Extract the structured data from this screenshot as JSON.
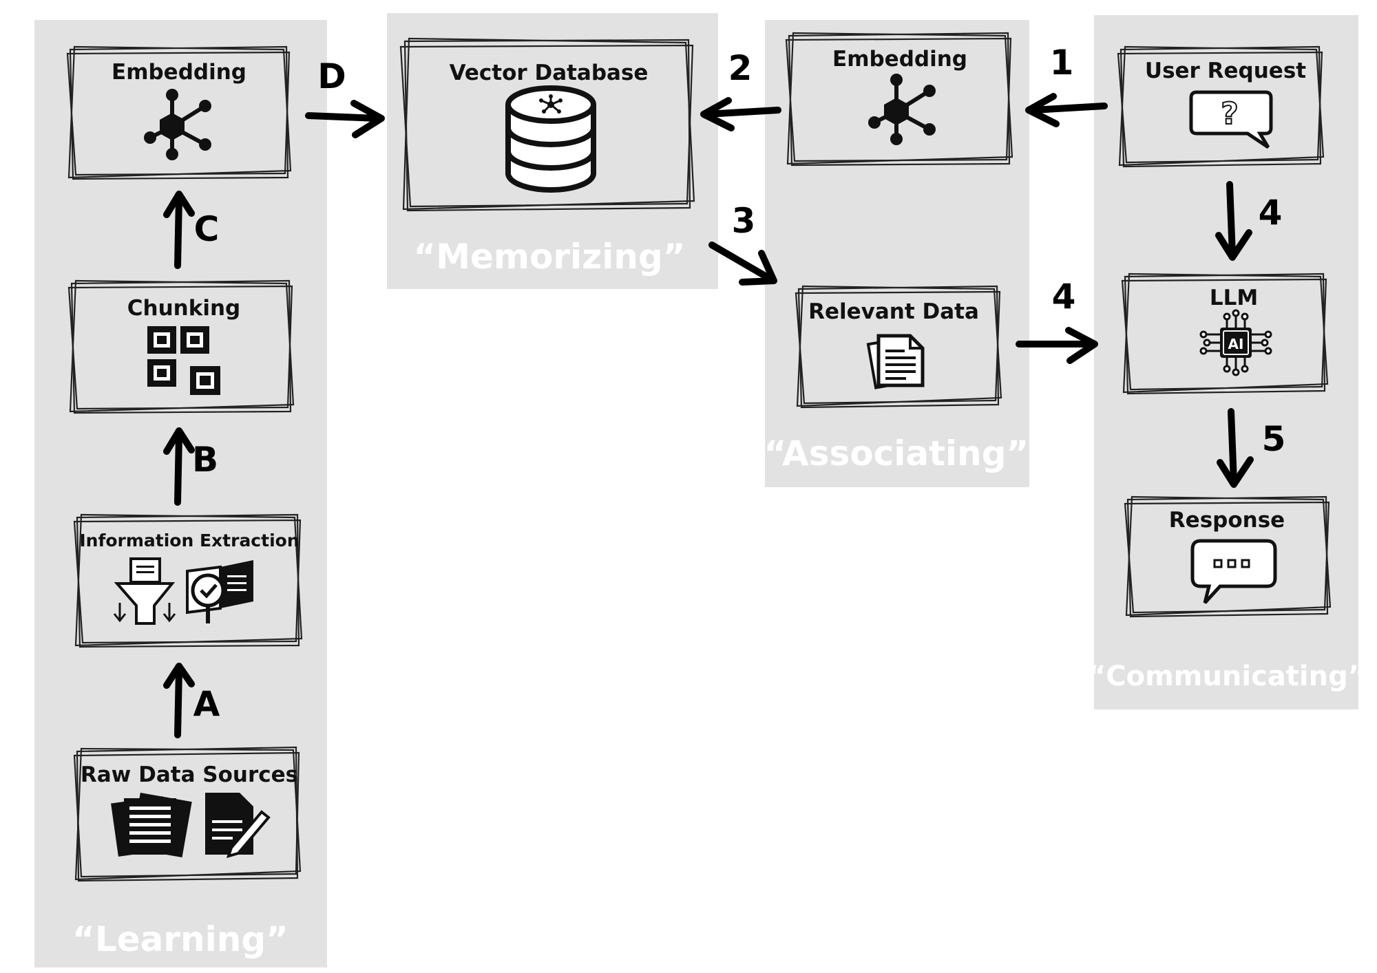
{
  "colors": {
    "panel_bg": "#e2e2e2",
    "box_bg": "#e2e2e2",
    "stroke": "#111111",
    "panel_label": "#ffffff"
  },
  "panels": {
    "learning": "“Learning”",
    "memorizing": "“Memorizing”",
    "associating": "“Associating”",
    "communicating": "“Communicating”"
  },
  "boxes": {
    "raw_data_sources": "Raw Data Sources",
    "information_extraction": "Information Extraction",
    "chunking": "Chunking",
    "embedding_left": "Embedding",
    "vector_database": "Vector Database",
    "embedding_right": "Embedding",
    "relevant_data": "Relevant Data",
    "user_request": "User Request",
    "llm": "LLM",
    "response": "Response"
  },
  "icons": {
    "raw_data_sources": [
      "document-stack-icon",
      "document-edit-icon"
    ],
    "information_extraction": [
      "filter-funnel-icon",
      "book-search-icon"
    ],
    "chunking": "chunks-grid-icon",
    "embedding": "network-nodes-icon",
    "vector_database": "database-cylinder-icon",
    "relevant_data": "documents-icon",
    "user_request": "question-bubble-icon",
    "llm": "ai-chip-icon",
    "response": "speech-bubble-icon"
  },
  "ai_chip_text": "AI",
  "question_mark": "?",
  "steps": {
    "A": "A",
    "B": "B",
    "C": "C",
    "D": "D",
    "s1": "1",
    "s2": "2",
    "s3": "3",
    "s4a": "4",
    "s4b": "4",
    "s5": "5"
  }
}
